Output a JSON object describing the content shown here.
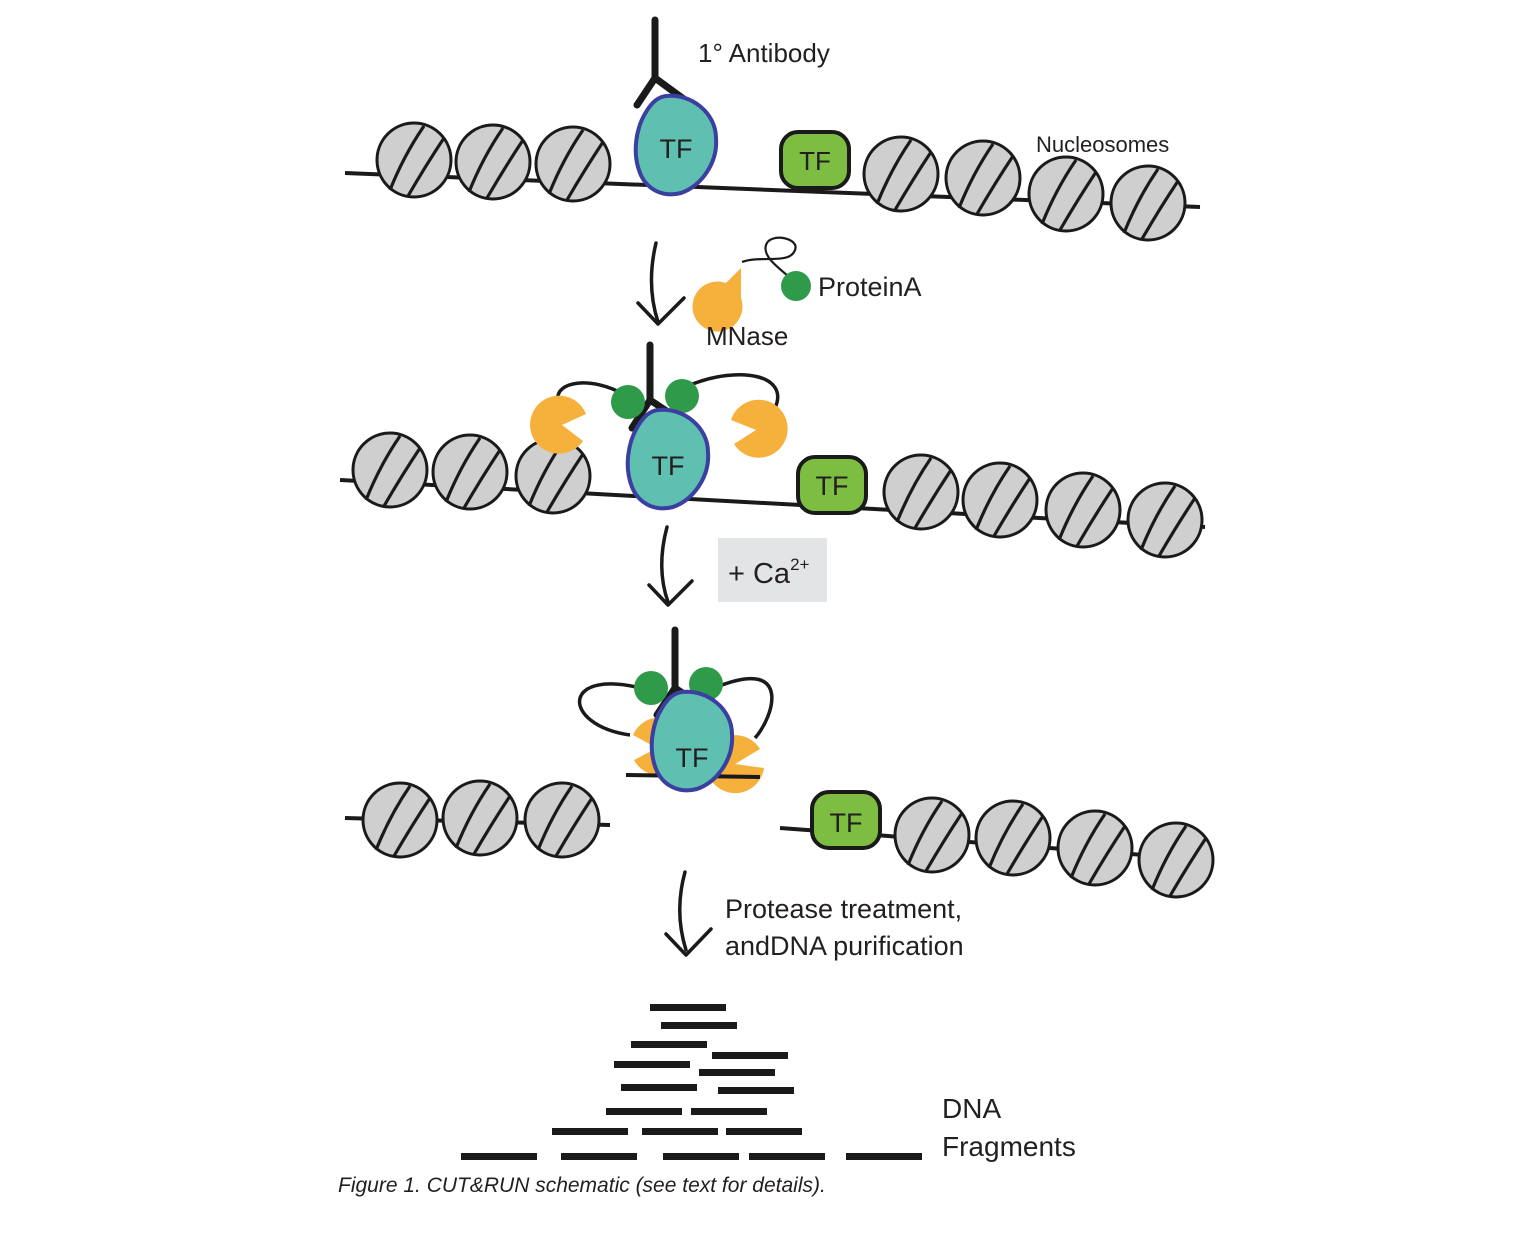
{
  "labels": {
    "antibody": "1° Antibody",
    "nucleosomes": "Nucleosomes",
    "tf": "TF",
    "protein_a": "ProteinA",
    "mnase": "MNase",
    "calcium_prefix": "+ Ca",
    "calcium_superscript": "2+",
    "protease_line1": "Protease treatment,",
    "protease_line2": "andDNA purification",
    "dna_line1": "DNA",
    "dna_line2": "Fragments"
  },
  "caption": "Figure 1. CUT&RUN schematic (see text for details).",
  "colors": {
    "nucleosome_fill": "#cfcfcf",
    "target_tf_fill": "#5fbfb1",
    "target_tf_outline": "#3b3fa0",
    "other_tf_fill": "#7cbd42",
    "mnase_fill": "#f6b13d",
    "protein_a_fill": "#2f9a4a",
    "ink": "#1a1a1a",
    "calcium_box": "#e3e4e6"
  }
}
